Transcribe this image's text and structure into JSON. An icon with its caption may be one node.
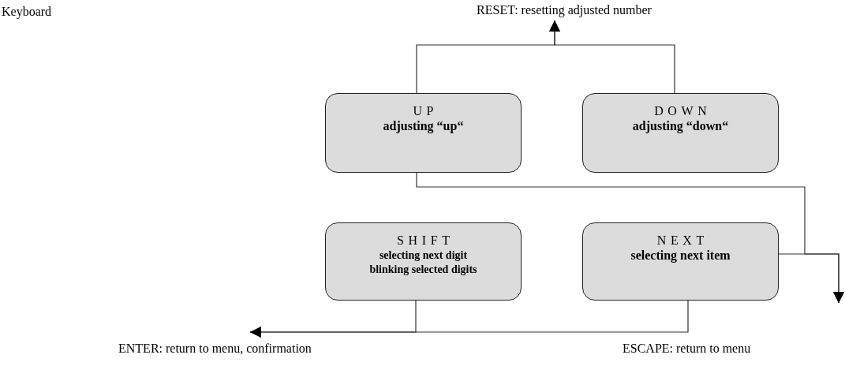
{
  "diagram": {
    "nodes": [
      {
        "text": [
          "RESET: resetting adjusted number"
        ]
      },
      {
        "text": [
          "UP",
          "adjusting “up“"
        ]
      },
      {
        "text": [
          "DOWN",
          "adjusting “down“"
        ]
      },
      {
        "text": [
          "SHIFT",
          "selecting next digit",
          "blinking selected digits"
        ]
      },
      {
        "text": [
          "NEXT",
          "selecting next item"
        ]
      },
      {
        "text": [
          "ENTER: return to menu, confirmation"
        ]
      }
    ],
    "edges": [
      {
        "from": 1,
        "to": 0,
        "arrow": "to"
      },
      {
        "from": 2,
        "to": 0,
        "arrow": "to"
      },
      {
        "from": 3,
        "to": 5,
        "arrow": "to"
      },
      {
        "from": 4,
        "to": 5,
        "arrow": "to"
      },
      {
        "from": 1,
        "to": null,
        "arrow": "to"
      },
      {
        "from": 4,
        "to": null,
        "arrow": "to"
      }
    ],
    "labels": [
      "Keyboard",
      "ESCAPE: return to menu"
    ]
  }
}
